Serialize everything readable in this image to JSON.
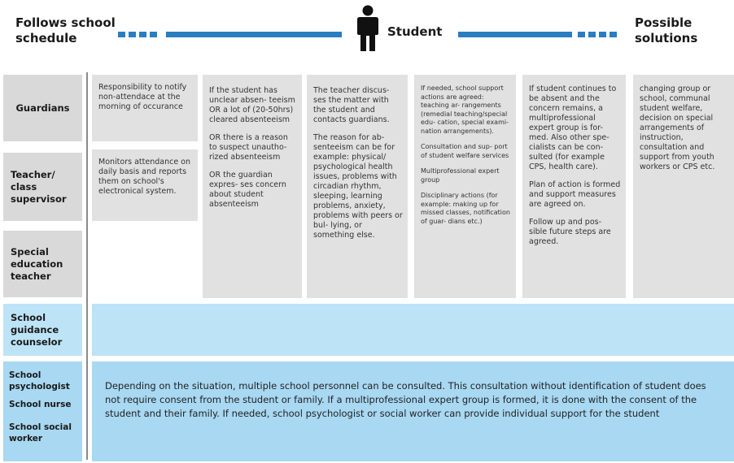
{
  "header": {
    "left": "Follows school schedule",
    "center": "Student",
    "right": "Possible solutions",
    "accent": "#2a7dc0"
  },
  "rows": {
    "guardians": "Guardians",
    "teacher": "Teacher/ class supervisor",
    "special": "Special education teacher",
    "counselor": "School guidance counselor",
    "psychologist": "School psychologist",
    "nurse": "School nurse",
    "social": "School social worker"
  },
  "columns": {
    "c1": {
      "p1": "Responsibility to notify non-attendace at the morning of occurance",
      "p2": "Monitors attendance on daily basis and reports them on school's electronical system."
    },
    "c2": {
      "p1": "If the student has unclear absen- teeism OR a lot of (20-50hrs) cleared absenteeism",
      "p2": "OR there is a reason to suspect unautho- rized absenteeism",
      "p3": "OR the guardian expres- ses concern about student absenteeism"
    },
    "c3": {
      "p1": "The teacher discus- ses the matter with the student and contacts guardians.",
      "p2": "The reason for ab- senteeism can be for example: physical/ psychological health issues, problems with circadian rhythm, sleeping, learning problems, anxiety, problems with peers or bul- lying, or something else."
    },
    "c4": {
      "p1": "If needed, school support actions are agreed: teaching ar- rangements (remedial teaching/special edu- cation, special exami- nation arrangements).",
      "p2": "Consultation and sup- port of student welfare services",
      "p3": "Multiprofessional expert group",
      "p4": "Disciplinary actions (for example: making up for missed classes, notification of guar- dians etc.)"
    },
    "c5": {
      "p1": "If student continues to be absent and the concern remains, a multiprofessional expert group is for- med. Also other spe- cialists can be con- sulted (for example CPS, health care).",
      "p2": "Plan of action is formed and support measures are agreed on.",
      "p3": "Follow up and pos- sible future steps are agreed."
    },
    "c6": {
      "p1": "changing group or school, communal student welfare, decision on special arrangements of instruction, consultation and support from youth workers or CPS etc."
    }
  },
  "band_text": "Depending on the situation, multiple school personnel can be consulted. This consultation without identification of student does not require consent from the student or family. If a multiprofessional expert group is formed, it is done with the consent of the student and their family. If needed, school psychologist or social worker can provide individual support for the student"
}
